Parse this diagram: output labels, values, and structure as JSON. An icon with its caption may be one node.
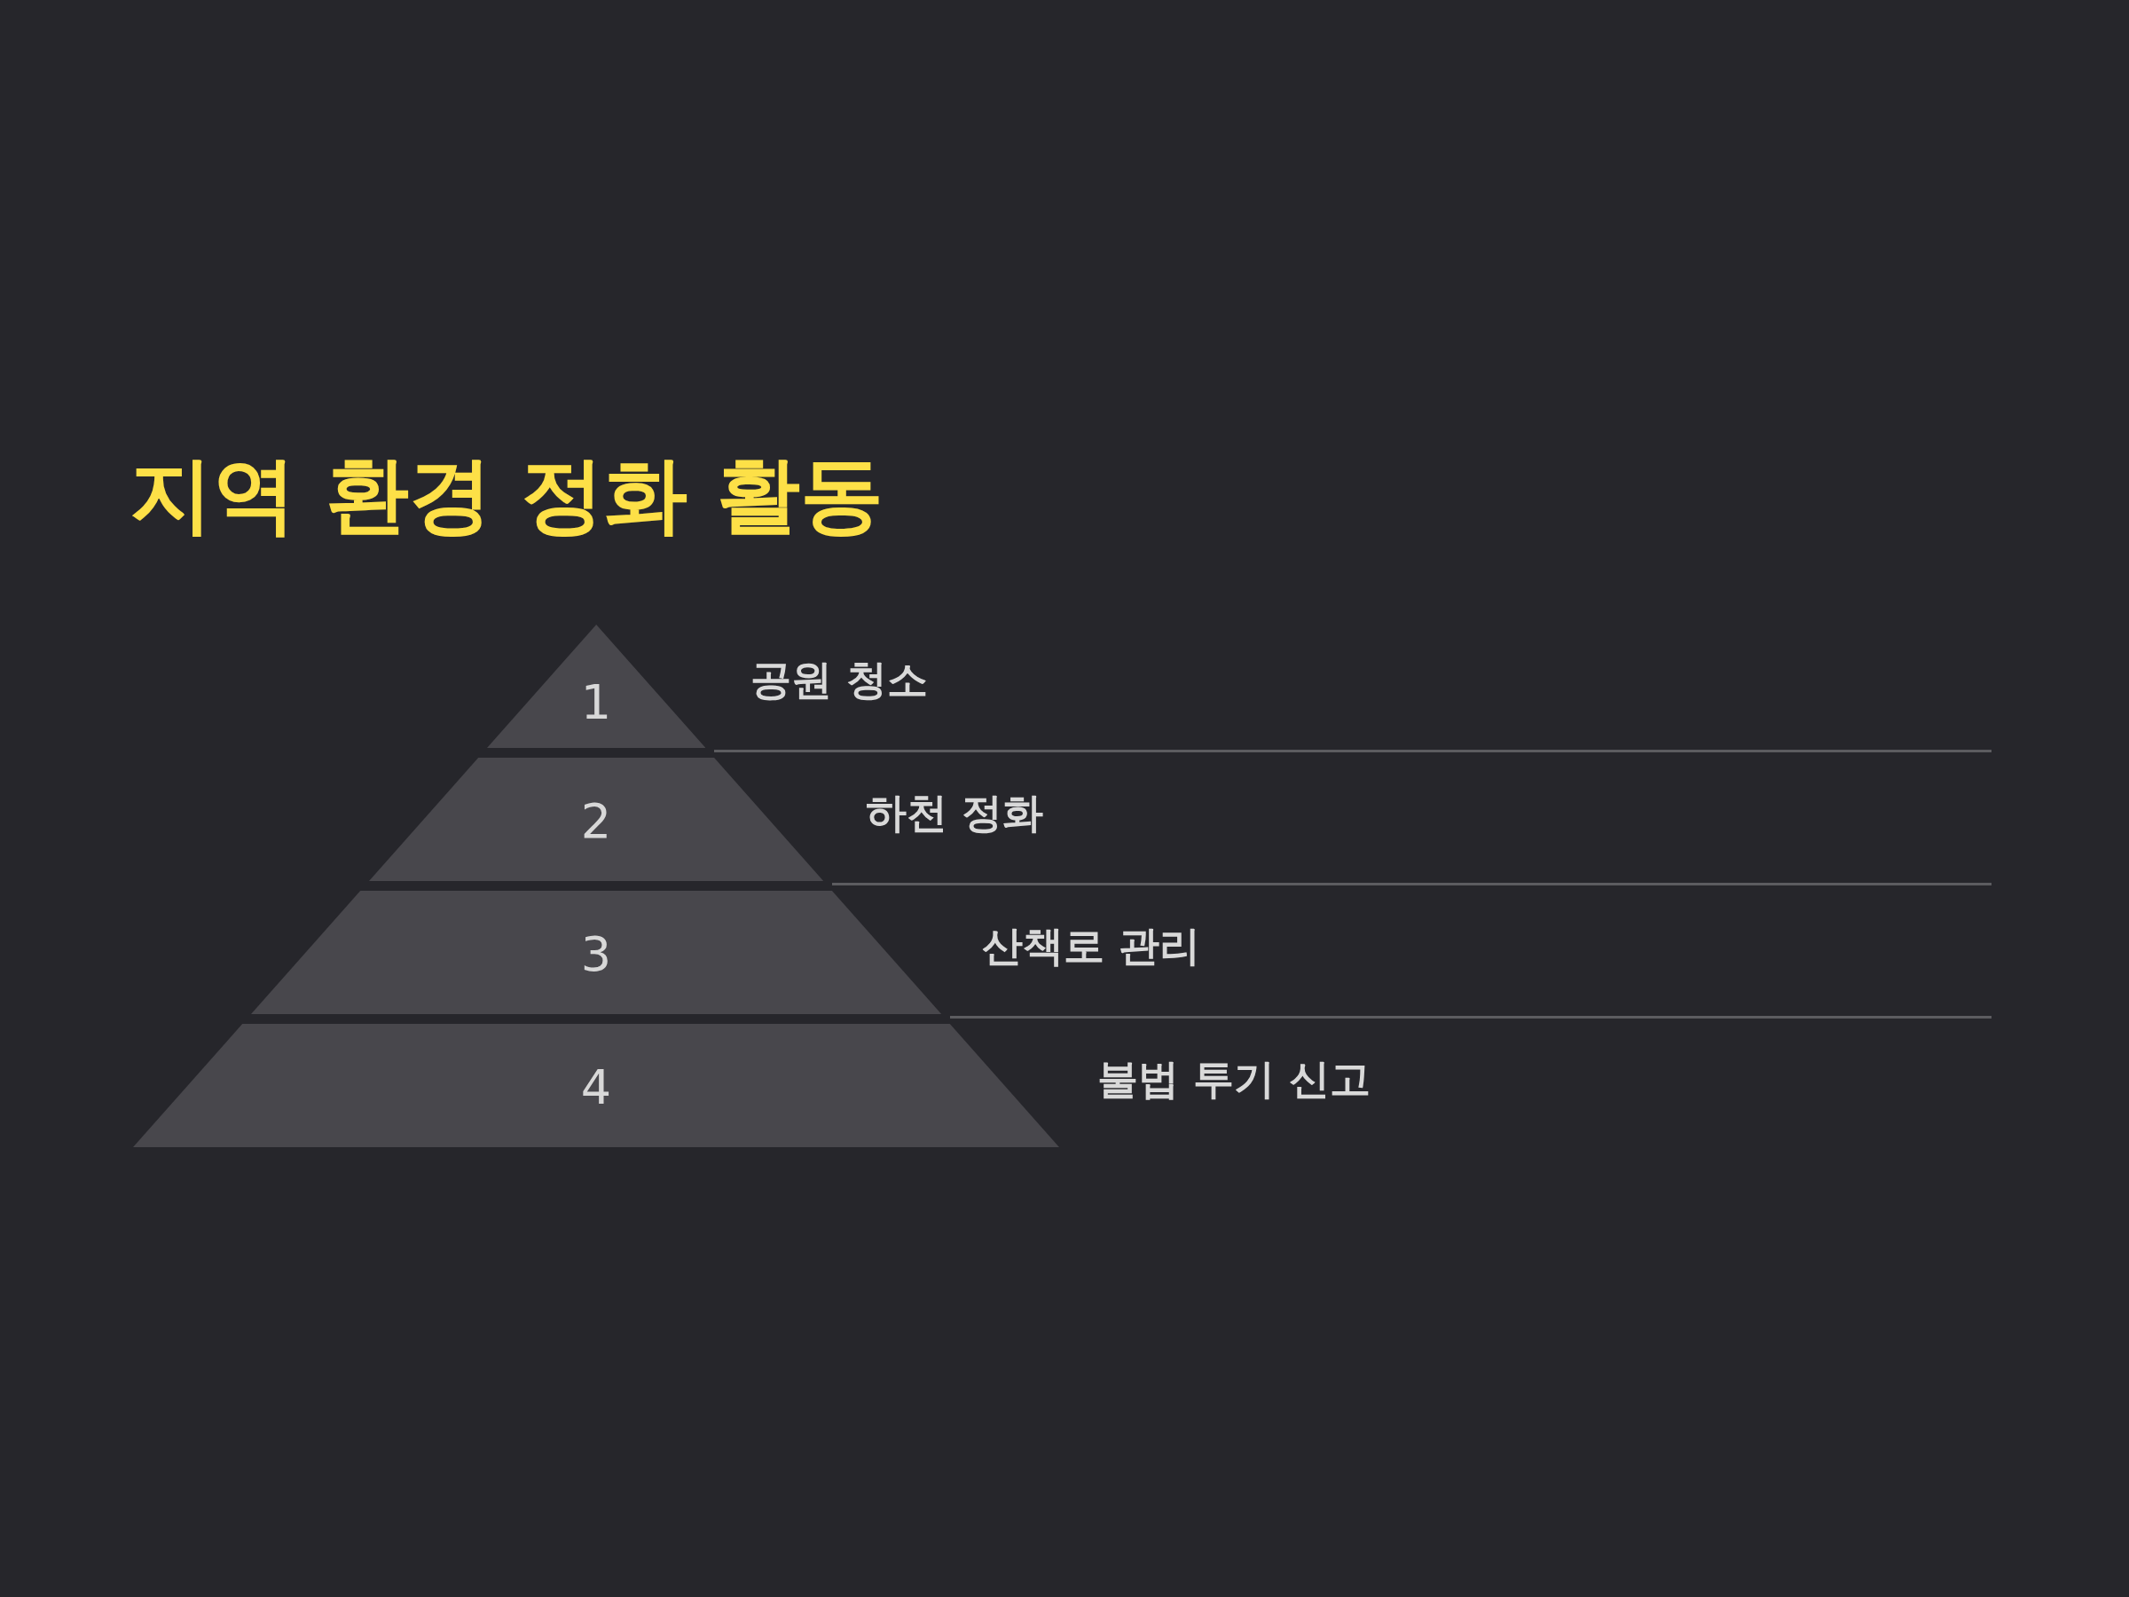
{
  "diagram": {
    "title": "지역 환경 정화 활동",
    "nodes": [
      {
        "text": [
          "1"
        ],
        "beside": [
          "공원 청소"
        ]
      },
      {
        "text": [
          "2"
        ],
        "beside": [
          "하천 정화"
        ]
      },
      {
        "text": [
          "3"
        ],
        "beside": [
          "산책로 관리"
        ]
      },
      {
        "text": [
          "4"
        ],
        "beside": [
          "불법 투기 신고"
        ]
      }
    ],
    "edges": []
  }
}
